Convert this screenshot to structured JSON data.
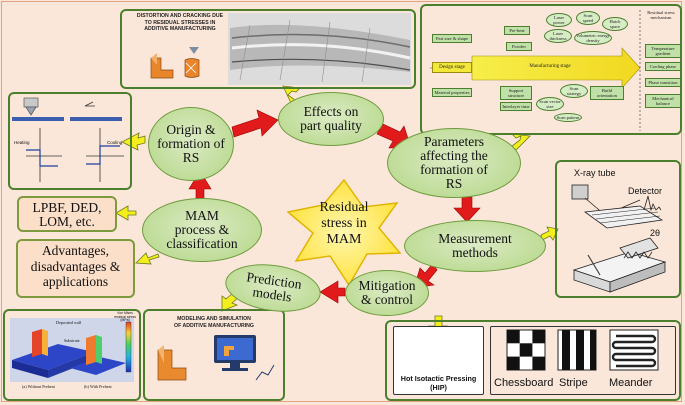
{
  "center": {
    "lines": [
      "Residual",
      "stress in",
      "MAM"
    ]
  },
  "nodes": {
    "effects": {
      "lines": [
        "Effects on",
        "part quality"
      ]
    },
    "origin": {
      "lines": [
        "Origin &",
        "formation of",
        "RS"
      ]
    },
    "parameters": {
      "lines": [
        "Parameters",
        "affecting the",
        "formation of",
        "RS"
      ]
    },
    "process": {
      "lines": [
        "MAM",
        "process &",
        "classification"
      ]
    },
    "measurement": {
      "lines": [
        "Measurement",
        "methods"
      ]
    },
    "prediction": {
      "lines": [
        "Prediction",
        "models"
      ]
    },
    "mitigation": {
      "lines": [
        "Mitigation",
        "& control"
      ]
    }
  },
  "boxes": {
    "processes": {
      "lines": [
        "LPBF, DED,",
        "LOM, etc."
      ]
    },
    "advantages": {
      "lines": [
        "Advantages,",
        "disadvantages &",
        "applications"
      ]
    }
  },
  "panels": {
    "distortion": {
      "title_lines": [
        "DISTORTION AND CRACKING DUE",
        "TO RESIDUAL STRESSES IN",
        "ADDITIVE MANUFACTURING"
      ]
    },
    "simulation": {
      "title_lines": [
        "MODELING AND SIMULATION",
        "OF ADDITIVE MANUFACTURING"
      ]
    },
    "wall": {
      "deposited": "Deposited wall",
      "substrate": "Substrate",
      "cbar_title": "Von Mises residual stress (MPa)",
      "caption_a": "(a) Without Preheat",
      "caption_b": "(b) With Preheat"
    },
    "xray": {
      "tube": "X-ray tube",
      "detector": "Detector",
      "angle": "2θ"
    },
    "origin_chart": {
      "heating": "Heating",
      "cooling": "Cooling"
    },
    "hip": {
      "label": "Hot Isotactic Pressing",
      "abbr": "(HIP)"
    },
    "scan": {
      "chessboard": "Chessboard",
      "stripe": "Stripe",
      "meander": "Meander"
    },
    "parameters_panel": {
      "part_size": "Part size & shape",
      "design_stage": "Design stage",
      "material": "Material properties",
      "manufacturing_stage": "Manufacturing stage",
      "residual_mechanism": "Residual stress mechanism",
      "laser_power": "Laser power",
      "scan_speed": "Scan speed",
      "hatch_space": "Hatch space",
      "laser_thickness": "Laser thickness",
      "volumetric": "Volumetric energy density",
      "preheat": "Pre-heat",
      "powder": "Powder",
      "support": "Support structure",
      "interlayer": "Interlayer time",
      "scan_vector": "Scan vector size",
      "scan_strategy": "Scan strategy",
      "scan_pattern": "Scan pattern",
      "build_orientation": "Build orientation",
      "temperature_gradient": "Temperature gradient",
      "cooling_phase": "Cooling phase",
      "phase_transition": "Phase transition",
      "mechanical_balance": "Mechanical balance"
    }
  }
}
